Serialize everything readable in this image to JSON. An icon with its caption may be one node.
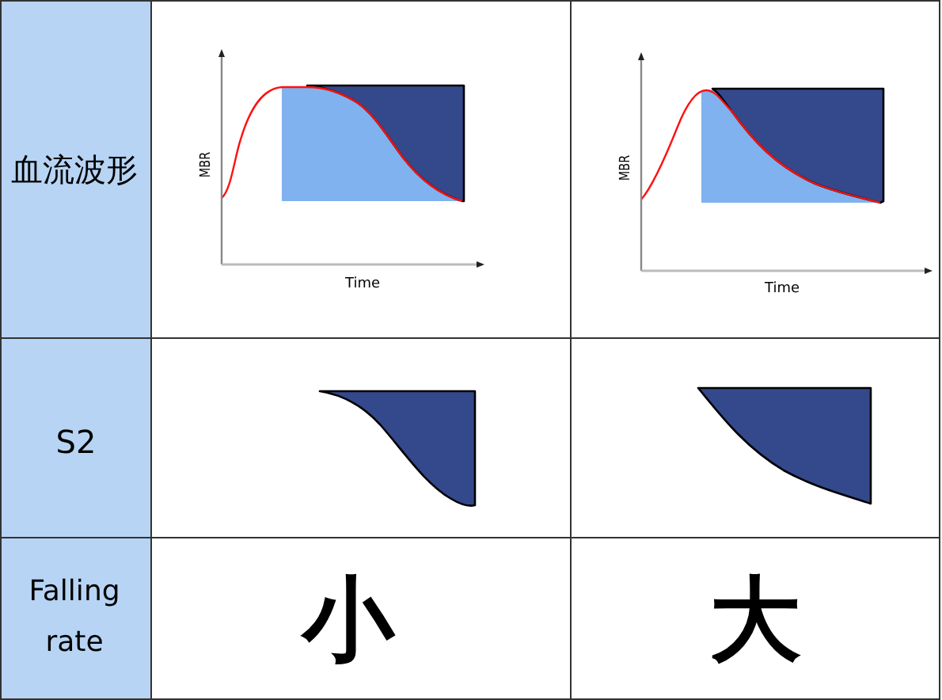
{
  "diagram": {
    "labels": [
      "血流波形",
      "MBR",
      "Time",
      "MBR",
      "Time",
      "S2",
      "Falling rate",
      "小",
      "大"
    ]
  }
}
